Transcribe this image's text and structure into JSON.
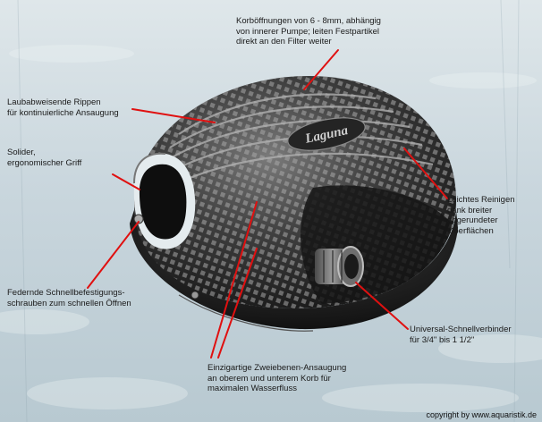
{
  "annotations": {
    "top": "Korböffnungen von 6 - 8mm, abhängig\nvon innerer Pumpe; leiten Festpartikel\ndirekt an den Filter weiter",
    "ribs": "Laubabweisende Rippen\nfür kontinuierliche Ansaugung",
    "grip": "Solider,\nergonomischer Griff",
    "clean": "Leichtes Reinigen\ndank breiter\nabgerundeter\nOberflächen",
    "screws": "Federnde Schnellbefestigungs-\nschrauben zum schnellen Öffnen",
    "connector": "Universal-Schnellverbinder\nfür 3/4\" bis 1 1/2\"",
    "intake": "Einzigartige Zweiebenen-Ansaugung\nan oberem und unterem Korb für\nmaximalen Wasserfluss"
  },
  "logo_text": "Laguna",
  "copyright": "copyright by www.aquaristik.de",
  "colors": {
    "pointer": "#e01010",
    "pump_body": "#2a2a2a",
    "background": "#cfdbe2"
  }
}
